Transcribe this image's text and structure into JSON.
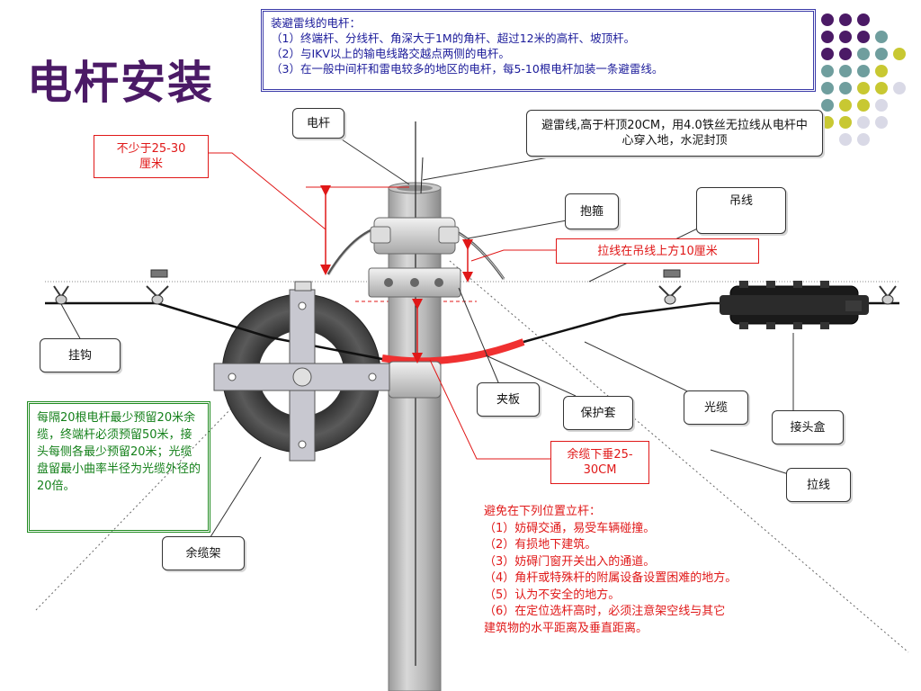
{
  "title": "电杆安装",
  "top_box": {
    "heading": "装避雷线的电杆：",
    "items": [
      "（1）终端杆、分线杆、角深大于1M的角杆、超过12米的高杆、坡顶杆。",
      "（2）与IKV以上的输电线路交越点两侧的电杆。",
      "（3）在一般中间杆和雷电较多的地区的电杆，每5-10根电杆加装一条避雷线。"
    ]
  },
  "labels": {
    "pole": "电杆",
    "lightning_wire": "避雷线,高于杆顶20CM，用4.0铁丝无拉线从电杆中心穿入地，水泥封顶",
    "min_length": "不少于25-30厘米",
    "clamp_hoop": "抱箍",
    "messenger_wire": "吊线",
    "guy_above": "拉线在吊线上方10厘米",
    "hook": "挂钩",
    "clamp_plate": "夹板",
    "protective_sleeve": "保护套",
    "optical_cable": "光缆",
    "splice_box": "接头盒",
    "guy_wire": "拉线",
    "slack_drop": "余缆下垂25-30CM",
    "slack_rack": "余缆架"
  },
  "green_note": "每隔20根电杆最少预留20米余缆，终端杆必须预留50米，接头每侧各最少预留20米；光缆盘留最小曲率半径为光缆外径的20倍。",
  "avoid_box": {
    "heading": "避免在下列位置立杆：",
    "items": [
      "（1）妨碍交通，易受车辆碰撞。",
      "（2）有损地下建筑。",
      "（3）妨碍门窗开关出入的通道。",
      "（4）角杆或特殊杆的附属设备设置困难的地方。",
      "（5）认为不安全的地方。",
      "（6）在定位选杆高时，必须注意架空线与其它",
      "建筑物的水平距离及垂直距离。"
    ]
  },
  "colors": {
    "title": "#4b1a66",
    "top_box_text": "#1b1b9a",
    "red": "#e01818",
    "green": "#14801a",
    "dots": [
      "#4b1a66",
      "#6f9e9e",
      "#c8c832",
      "#d9d9e6"
    ]
  }
}
